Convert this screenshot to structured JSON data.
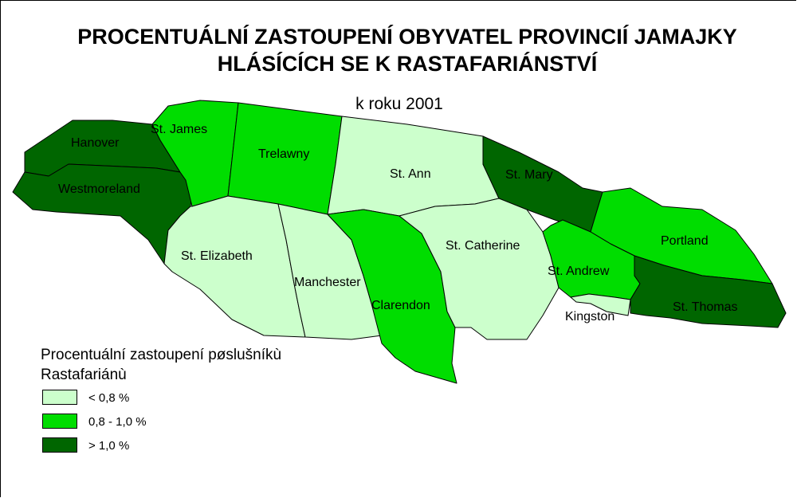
{
  "map": {
    "title_line1": "PROCENTUÁLNÍ ZASTOUPENÍ OBYVATEL PROVINCIÍ JAMAJKY",
    "title_line2": "HLÁSÍCÍCH SE K RASTAFARIÁNSTVÍ",
    "subtitle": "k roku 2001",
    "colors": {
      "low": "#ccffcc",
      "mid": "#00dd00",
      "high": "#006600",
      "outline": "#000000"
    },
    "parishes": [
      {
        "name": "Hanover",
        "class": "high"
      },
      {
        "name": "Westmoreland",
        "class": "high"
      },
      {
        "name": "St. James",
        "class": "mid"
      },
      {
        "name": "Trelawny",
        "class": "mid"
      },
      {
        "name": "St. Ann",
        "class": "low"
      },
      {
        "name": "St. Mary",
        "class": "high"
      },
      {
        "name": "Portland",
        "class": "mid"
      },
      {
        "name": "St. Elizabeth",
        "class": "low"
      },
      {
        "name": "Manchester",
        "class": "low"
      },
      {
        "name": "Clarendon",
        "class": "mid"
      },
      {
        "name": "St. Catherine",
        "class": "low"
      },
      {
        "name": "St. Andrew",
        "class": "mid"
      },
      {
        "name": "Kingston",
        "class": "low"
      },
      {
        "name": "St. Thomas",
        "class": "high"
      }
    ]
  },
  "legend": {
    "title_line1": "Procentuální zastoupení pøslušníkù",
    "title_line2": "Rastafariánù",
    "items": [
      {
        "label": "< 0,8 %",
        "class": "low"
      },
      {
        "label": "0,8 - 1,0 %",
        "class": "mid"
      },
      {
        "label": "> 1,0 %",
        "class": "high"
      }
    ]
  }
}
